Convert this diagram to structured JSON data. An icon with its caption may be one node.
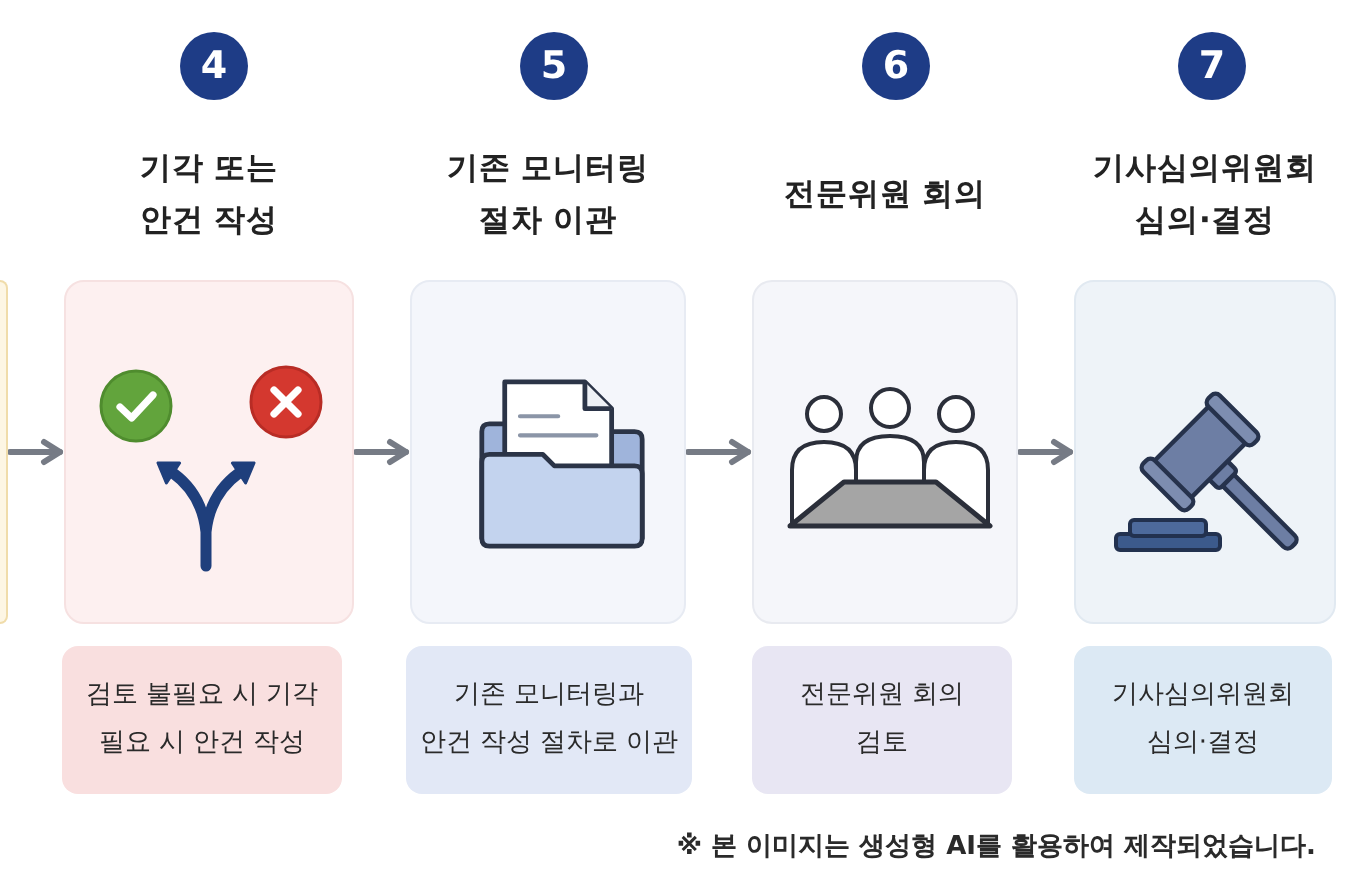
{
  "diagram": {
    "nodes": [
      {
        "text": [],
        "shape": "box"
      },
      {
        "text": [
          "4"
        ]
      },
      {
        "text": [
          "기각 또는 안건 작성"
        ]
      },
      {
        "text": [
          "검토 불필요 시 기각 필요 시 안건 작성"
        ]
      },
      {
        "text": [
          "5"
        ]
      },
      {
        "text": [
          "기존 모니터링 절차 이관"
        ]
      },
      {
        "text": [
          "기존 모니터링과 안건 작성 절차로 이관"
        ]
      },
      {
        "text": [
          "6"
        ]
      },
      {
        "text": [
          "전문위원 회의"
        ]
      },
      {
        "text": [
          "전문위원 회의 검토"
        ]
      },
      {
        "text": [
          "7"
        ]
      },
      {
        "text": [
          "기사심의위원회 심의·결정"
        ]
      },
      {
        "text": [
          "기사심의위원회 심의·결정"
        ]
      }
    ],
    "edges": [
      {
        "from": 0,
        "to": 2,
        "arrow": "to"
      },
      {
        "from": 2,
        "to": 5,
        "arrow": "to"
      },
      {
        "from": 5,
        "to": 8,
        "arrow": "to"
      },
      {
        "from": 8,
        "to": 11,
        "arrow": "to"
      }
    ],
    "labels": [
      "※ 본 이미지는 생성형 AI를 활용하여 제작되었습니다."
    ]
  }
}
